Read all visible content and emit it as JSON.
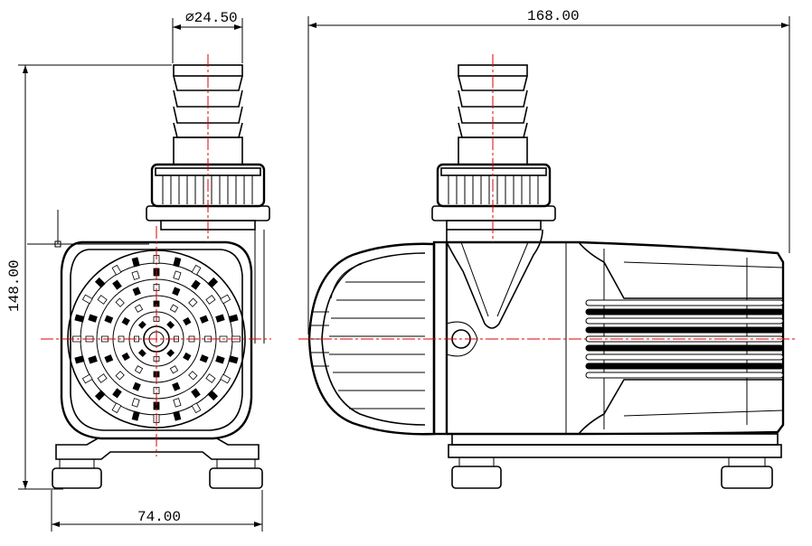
{
  "dimensions": {
    "outlet_diameter": "⌀24.50",
    "overall_length": "168.00",
    "overall_height": "148.00",
    "base_width": "74.00"
  },
  "colors": {
    "line": "#000000",
    "centerline": "#e00000",
    "background": "#ffffff"
  },
  "icons": {
    "dimension_arrow": "arrow-icon"
  }
}
